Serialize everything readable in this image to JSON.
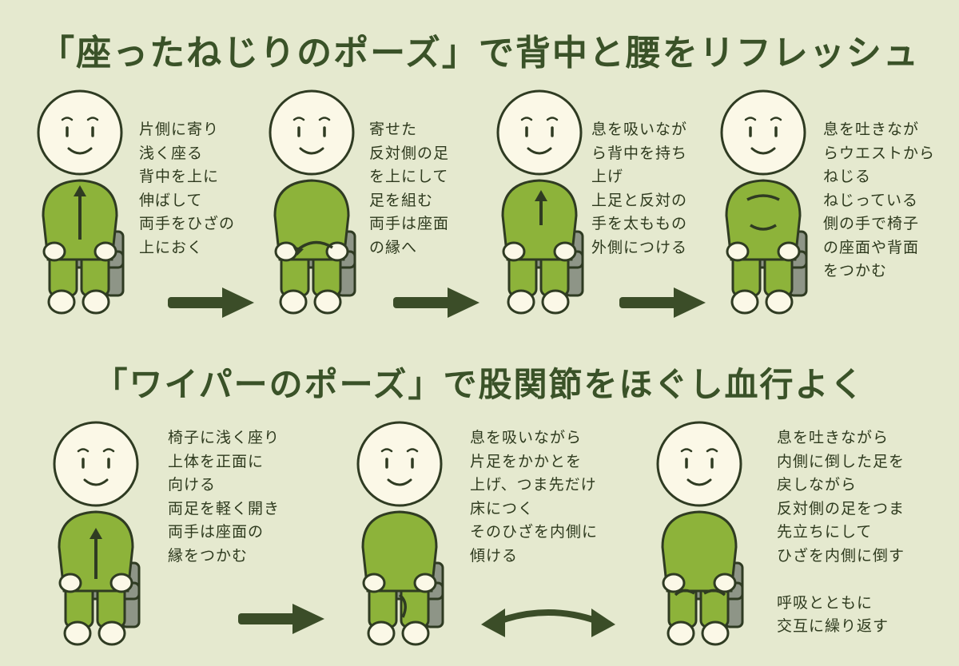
{
  "section1": {
    "title": "「座ったねじりのポーズ」で背中と腰をリフレッシュ",
    "steps": [
      {
        "lines": [
          "片側に寄り",
          "浅く座る",
          "背中を上に",
          "伸ばして",
          "両手をひざの",
          "上におく"
        ]
      },
      {
        "lines": [
          "寄せた",
          "反対側の足",
          "を上にして",
          "足を組む",
          "両手は座面",
          "の縁へ"
        ]
      },
      {
        "lines": [
          "息を吸いなが",
          "ら背中を持ち",
          "上げ",
          "上足と反対の",
          "手を太ももの",
          "外側につける"
        ]
      },
      {
        "lines": [
          "息を吐きなが",
          "らウエストから",
          "ねじる",
          "ねじっている",
          "側の手で椅子",
          "の座面や背面",
          "をつかむ"
        ]
      }
    ]
  },
  "section2": {
    "title": "「ワイパーのポーズ」で股関節をほぐし血行よく",
    "steps": [
      {
        "lines": [
          "椅子に浅く座り",
          "上体を正面に",
          "向ける",
          "両足を軽く開き",
          "両手は座面の",
          "縁をつかむ"
        ]
      },
      {
        "lines": [
          "息を吸いながら",
          "片足をかかとを",
          "上げ、つま先だけ",
          "床につく",
          "そのひざを内側に",
          "傾ける"
        ]
      },
      {
        "lines": [
          "息を吐きながら",
          "内側に倒した足を",
          "戻しながら",
          "反対側の足をつま",
          "先立ちにして",
          "ひざを内側に倒す",
          "",
          "呼吸とともに",
          "交互に繰り返す"
        ]
      }
    ]
  },
  "colors": {
    "background": "#e5e9cf",
    "title": "#3a5228",
    "shirt": "#8db33a",
    "outline": "#2f3b22",
    "skin": "#fbf8e7",
    "chair": "#8e9587",
    "arrow": "#3b4d28"
  }
}
